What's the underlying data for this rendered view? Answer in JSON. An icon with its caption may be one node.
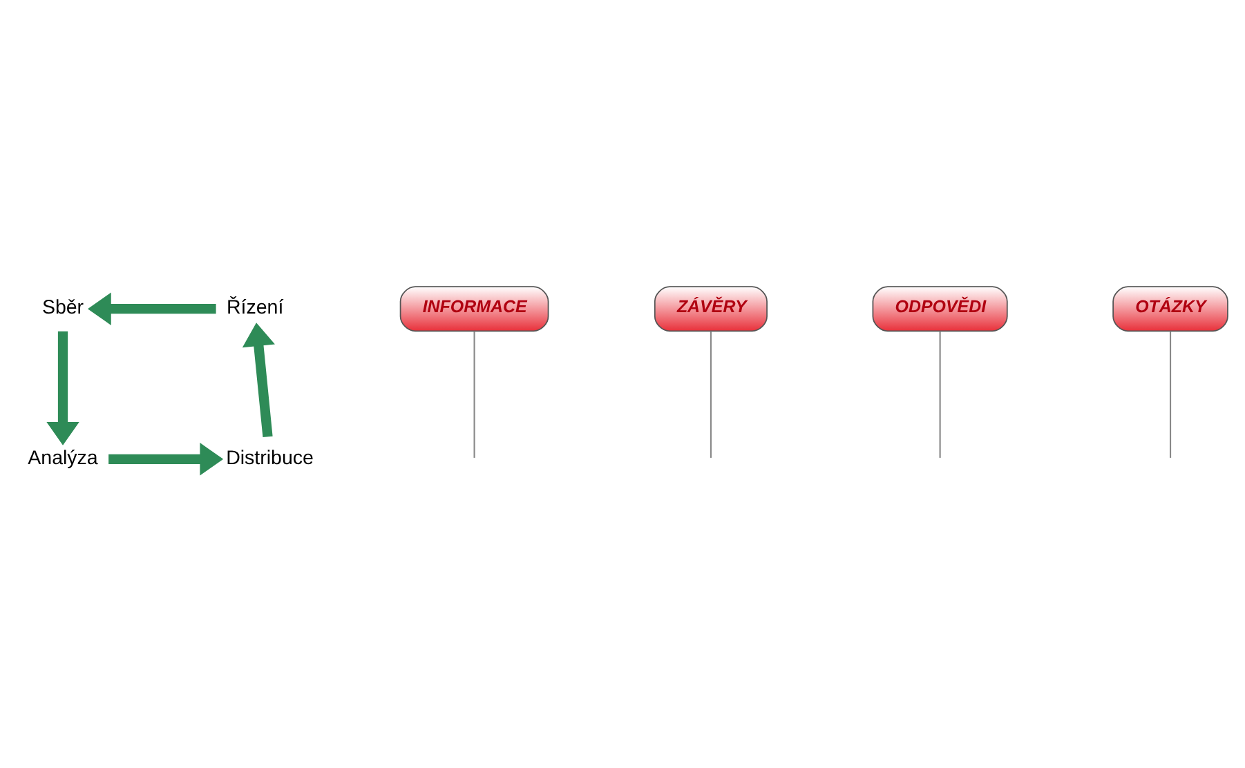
{
  "diagram": {
    "nodes": [
      {
        "text": [
          "Sběr"
        ]
      },
      {
        "text": [
          "Analýza"
        ]
      },
      {
        "text": [
          "Distribuce"
        ]
      },
      {
        "text": [
          "Řízení"
        ]
      },
      {
        "text": [
          "INFORMACE"
        ]
      },
      {
        "text": [
          "ZÁVĚRY"
        ]
      },
      {
        "text": [
          "ODPOVĚDI"
        ]
      },
      {
        "text": [
          "OTÁZKY"
        ]
      }
    ],
    "edges": [
      {
        "from": 0,
        "to": 1,
        "arrow": "to",
        "style": "thick"
      },
      {
        "from": 1,
        "to": 2,
        "arrow": "to",
        "style": "thick"
      },
      {
        "from": 2,
        "to": 3,
        "arrow": "to",
        "style": "thick"
      },
      {
        "from": 3,
        "to": 0,
        "arrow": "to",
        "style": "thick"
      },
      {
        "from": 4,
        "to": null,
        "arrow": "none"
      },
      {
        "from": 5,
        "to": null,
        "arrow": "none"
      },
      {
        "from": 6,
        "to": null,
        "arrow": "none"
      },
      {
        "from": 7,
        "to": null,
        "arrow": "none"
      }
    ]
  }
}
